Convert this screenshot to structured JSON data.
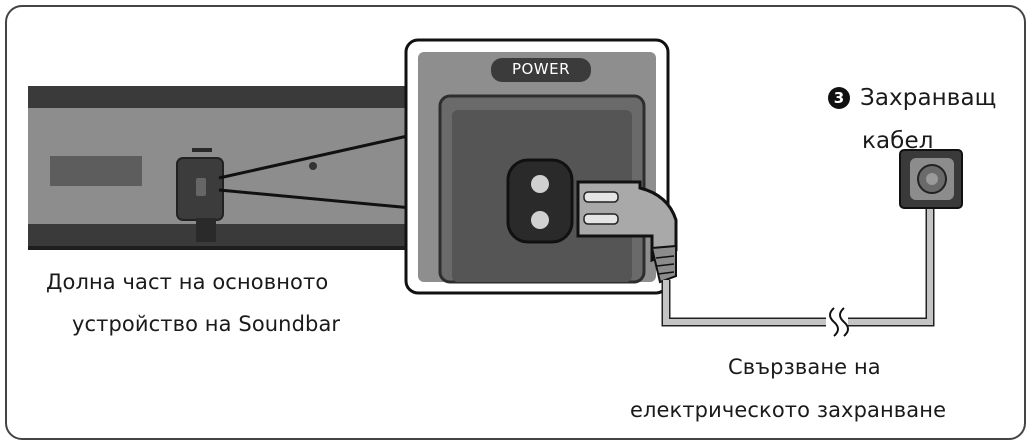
{
  "labels": {
    "soundbar_bottom_line1": "Долна част на основното",
    "soundbar_bottom_line2": "устройство на Soundbar",
    "cable_number": "3",
    "cable_line1": "Захранващ",
    "cable_line2": "кабел",
    "connection_line1": "Свързване на",
    "connection_line2": "електрическото захранване",
    "power_port": "POWER"
  },
  "colors": {
    "frame_border": "#444444",
    "soundbar_body": "#7d7d7d",
    "soundbar_dark": "#3a3a3a",
    "inset_panel": "#8a8a8a",
    "cable": "#c0c0c0"
  }
}
